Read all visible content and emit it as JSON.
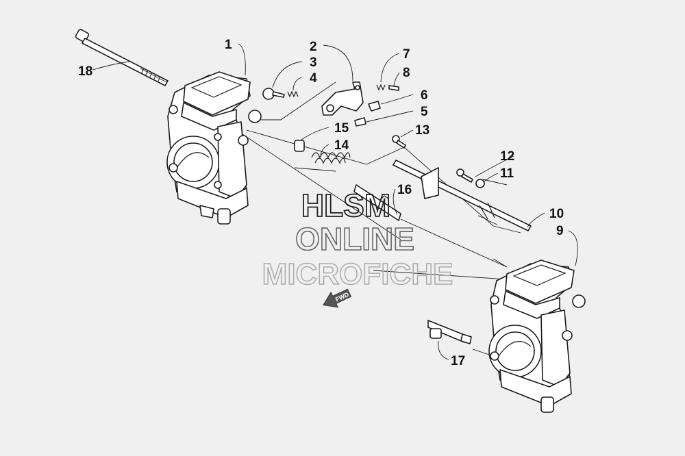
{
  "callouts": [
    "1",
    "2",
    "3",
    "4",
    "5",
    "6",
    "7",
    "8",
    "9",
    "10",
    "11",
    "12",
    "13",
    "14",
    "15",
    "16",
    "17",
    "18"
  ],
  "watermark": {
    "line1": "HLSM",
    "line2": "ONLINE",
    "line3": "MICROFICHE"
  },
  "fwd_label": "FWD"
}
